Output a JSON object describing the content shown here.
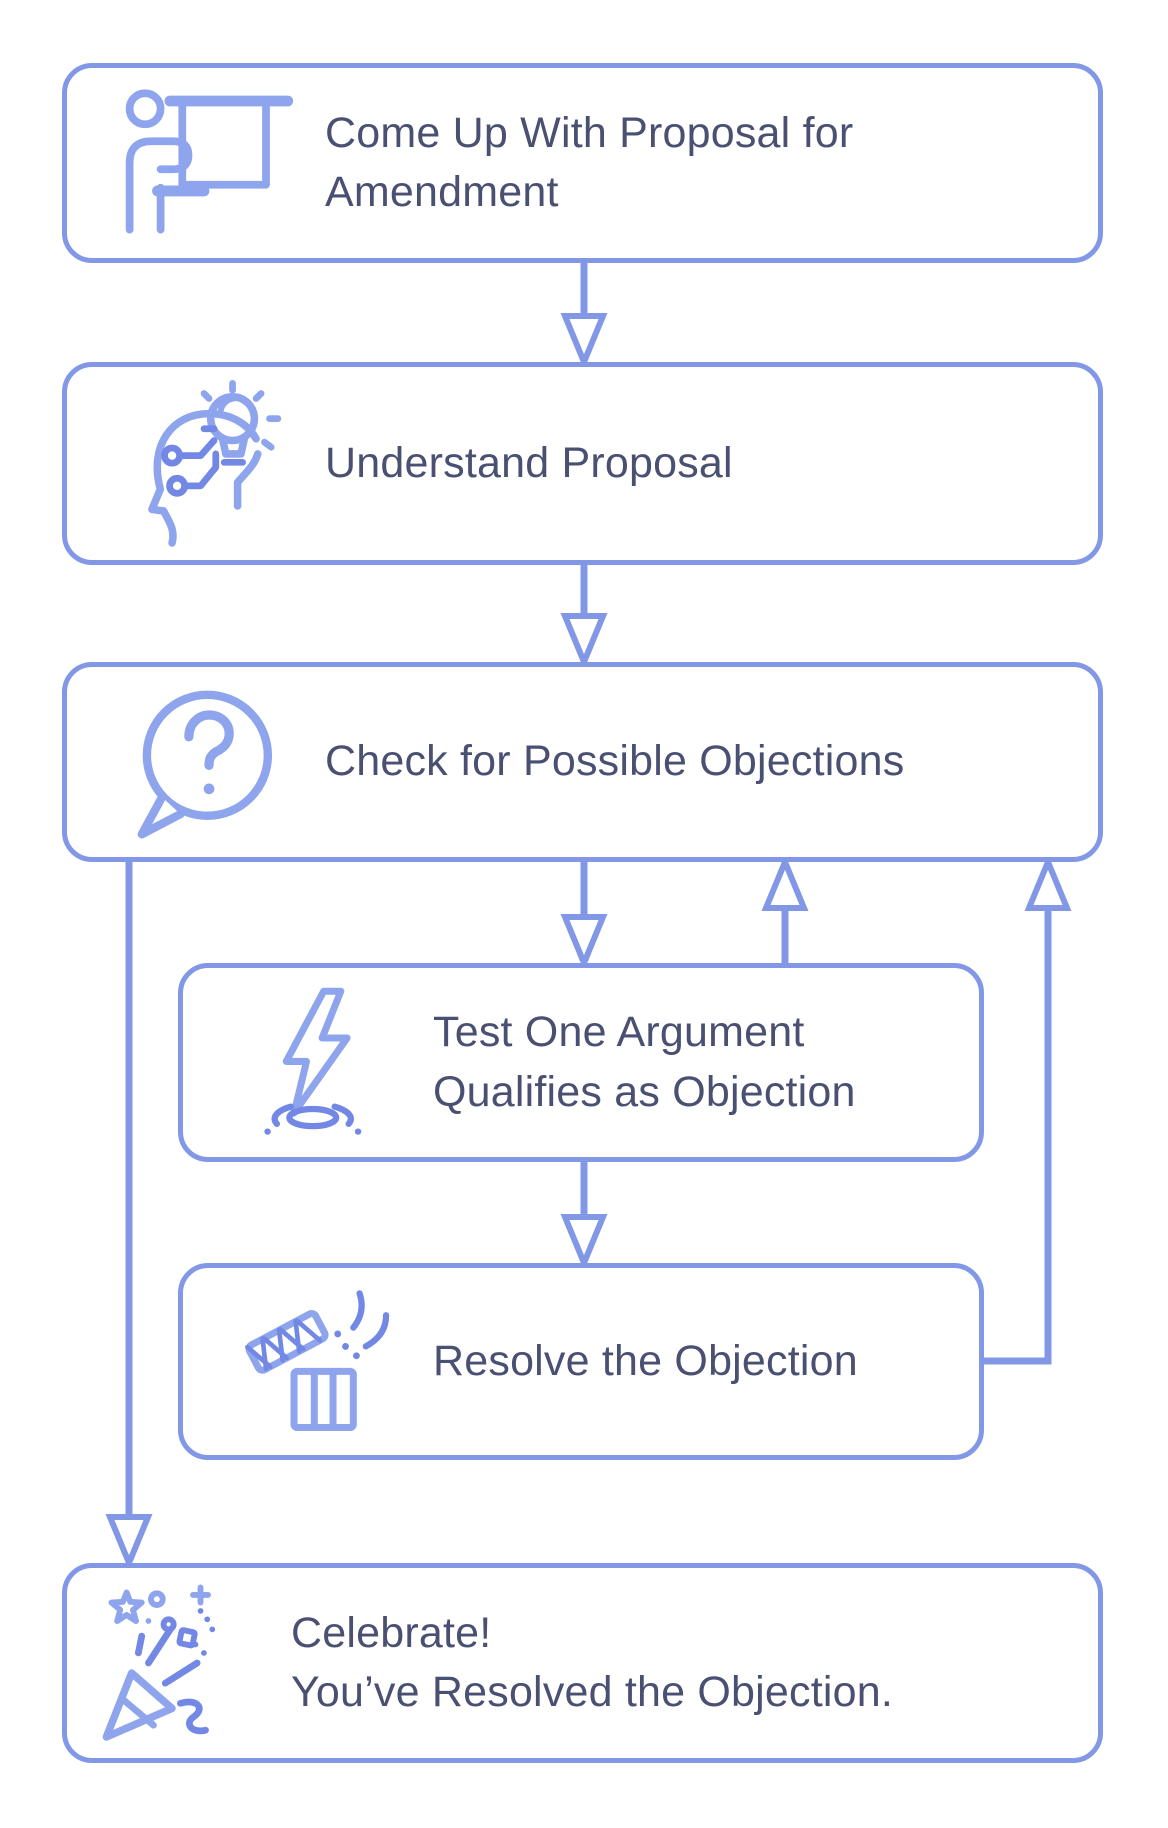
{
  "palette": {
    "accent": "#8298e6",
    "icon_light": "#8ea5ee",
    "icon_dark": "#7288e4",
    "text": "#4a5072",
    "background": "#ffffff"
  },
  "flowchart": {
    "nodes": [
      {
        "id": "propose",
        "icon": "presentation-icon",
        "lines": [
          "Come Up With Proposal for",
          "Amendment"
        ]
      },
      {
        "id": "understand",
        "icon": "thinking-head-icon",
        "lines": [
          "Understand Proposal"
        ]
      },
      {
        "id": "check",
        "icon": "question-bubble-icon",
        "lines": [
          "Check for Possible Objections"
        ]
      },
      {
        "id": "test",
        "icon": "impact-icon",
        "lines": [
          "Test One Argument",
          "Qualifies as Objection"
        ]
      },
      {
        "id": "resolve",
        "icon": "gift-icon",
        "lines": [
          "Resolve the Objection"
        ]
      },
      {
        "id": "celebrate",
        "icon": "party-popper-icon",
        "lines": [
          "Celebrate!",
          "You’ve Resolved the Objection."
        ]
      }
    ],
    "edges": [
      {
        "from": "propose",
        "to": "understand"
      },
      {
        "from": "understand",
        "to": "check"
      },
      {
        "from": "check",
        "to": "test"
      },
      {
        "from": "test",
        "to": "check"
      },
      {
        "from": "test",
        "to": "resolve"
      },
      {
        "from": "resolve",
        "to": "check"
      },
      {
        "from": "check",
        "to": "celebrate"
      }
    ]
  }
}
